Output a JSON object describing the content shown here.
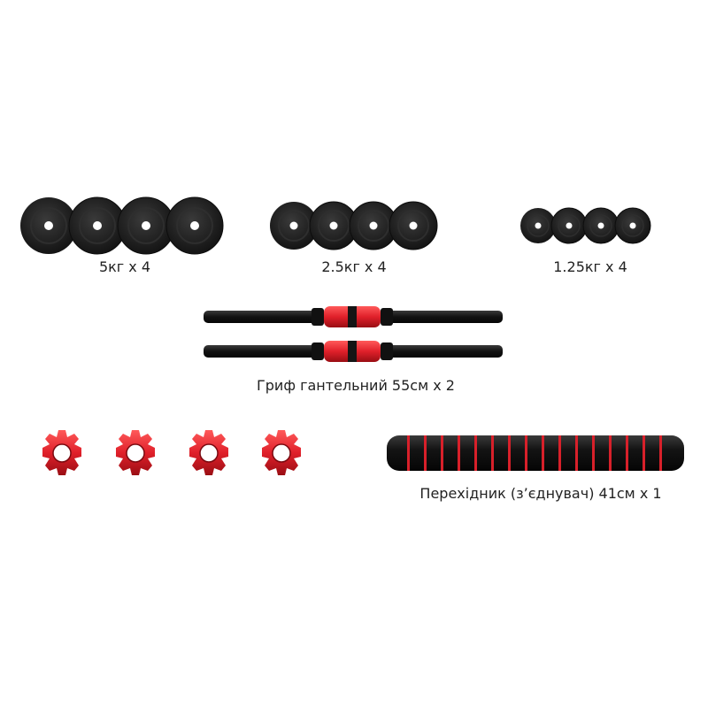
{
  "captions": {
    "plates_5kg": "5кг x 4",
    "plates_2_5kg": "2.5кг x 4",
    "plates_1_25kg": "1.25кг x 4",
    "handles": "Гриф гантельний 55см x 2",
    "connector": "Перехідник (з’єднувач) 41см x 1"
  },
  "colors": {
    "plate": "#1c1c1c",
    "accent": "#e0202a",
    "bar": "#151515"
  }
}
